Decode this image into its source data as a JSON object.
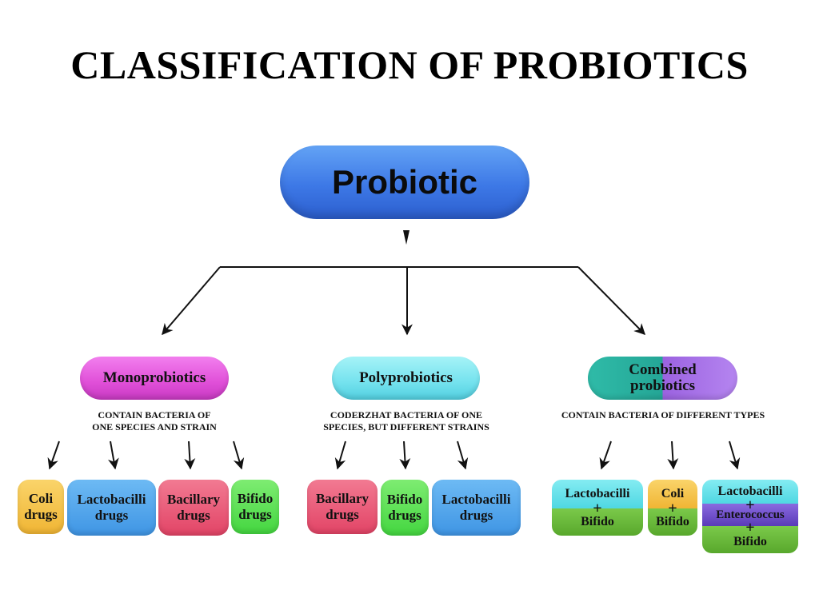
{
  "title": "CLASSIFICATION OF PROBIOTICS",
  "root": "Probiotic",
  "categories": [
    {
      "label": "Monoprobiotics",
      "description_lines": [
        "CONTAIN BACTERIA OF",
        "ONE SPECIES AND STRAIN"
      ]
    },
    {
      "label": "Polyprobiotics",
      "description_lines": [
        "CODERZHAT BACTERIA OF ONE",
        "SPECIES, BUT DIFFERENT STRAINS"
      ]
    },
    {
      "label_lines": [
        "Combined",
        "probiotics"
      ],
      "description_lines": [
        "CONTAIN BACTERIA OF DIFFERENT TYPES"
      ]
    }
  ],
  "mono_drugs": [
    {
      "lines": [
        "Coli",
        "drugs"
      ]
    },
    {
      "lines": [
        "Lactobacilli",
        "drugs"
      ]
    },
    {
      "lines": [
        "Bacillary",
        "drugs"
      ]
    },
    {
      "lines": [
        "Bifido",
        "drugs"
      ]
    }
  ],
  "poly_drugs": [
    {
      "lines": [
        "Bacillary",
        "drugs"
      ]
    },
    {
      "lines": [
        "Bifido",
        "drugs"
      ]
    },
    {
      "lines": [
        "Lactobacilli",
        "drugs"
      ]
    }
  ],
  "combined_drugs": [
    {
      "parts": [
        "Lactobacilli",
        "Bifido"
      ],
      "plus": "+"
    },
    {
      "parts": [
        "Coli",
        "Bifido"
      ],
      "plus": "+"
    },
    {
      "parts": [
        "Lactobacilli",
        "Enterococcus",
        "Bifido"
      ],
      "plus": "+"
    }
  ],
  "colors": {
    "root": "#4a86ee",
    "mono": "#e85ce0",
    "poly": "#7de8f0",
    "combined_left": "#2bb8a6",
    "combined_right": "#a873e8",
    "coli": "#f6c24a",
    "lactobacilli": "#52a8ee",
    "bacillary": "#ec5a7a",
    "bifido": "#5be05a",
    "combo_top": "#5fe0e8",
    "combo_bottom": "#6bbf3a",
    "enterococcus": "#6a49c8"
  }
}
